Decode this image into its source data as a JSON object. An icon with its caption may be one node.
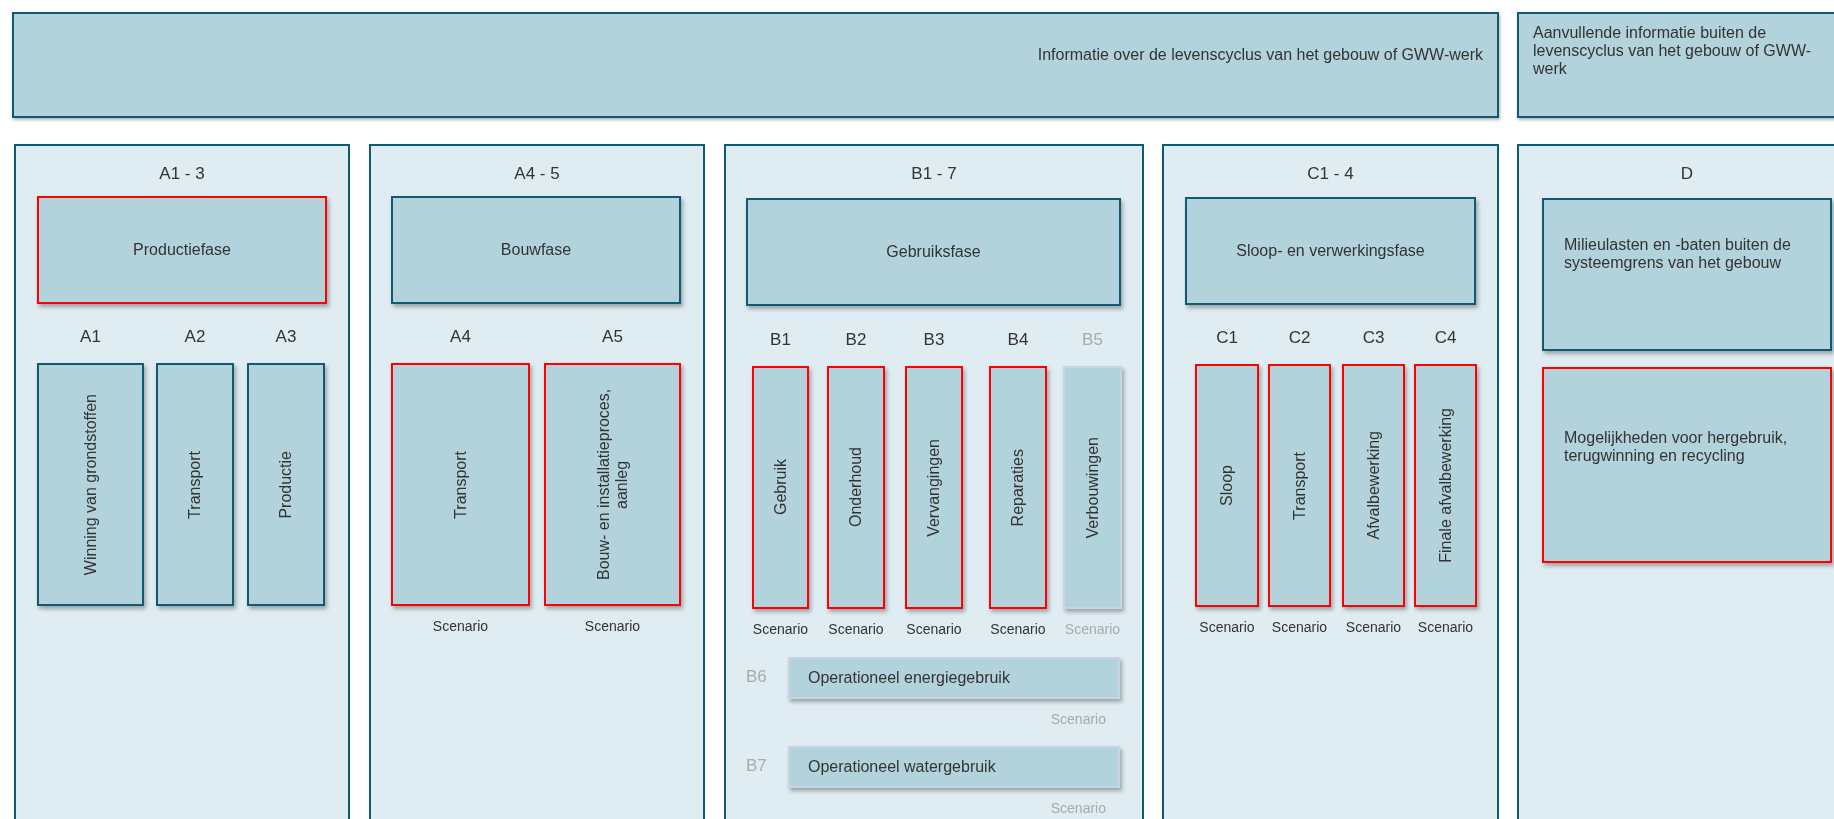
{
  "diagram": {
    "nodes": [
      {
        "text": [
          "Informatie over de levenscyclus van het gebouw of GWW-werk"
        ]
      },
      {
        "text": [
          "Aanvullende informatie buiten de levenscyclus van het gebouw of GWW-werk"
        ]
      },
      {
        "text": [
          "A1 - 3"
        ]
      },
      {
        "text": [
          "Productiefase"
        ],
        "in": 2
      },
      {
        "text": [
          "A1",
          "Winning van grondstoffen"
        ],
        "in": 2
      },
      {
        "text": [
          "A2",
          "Transport"
        ],
        "in": 2
      },
      {
        "text": [
          "A3",
          "Productie"
        ],
        "in": 2
      },
      {
        "text": [
          "A4 - 5"
        ]
      },
      {
        "text": [
          "Bouwfase"
        ],
        "in": 7
      },
      {
        "text": [
          "A4",
          "Transport"
        ],
        "in": 7,
        "beside": [
          "Scenario"
        ]
      },
      {
        "text": [
          "A5",
          "Bouw- en installatieproces, aanleg"
        ],
        "in": 7,
        "beside": [
          "Scenario"
        ]
      },
      {
        "text": [
          "B1 - 7"
        ]
      },
      {
        "text": [
          "Gebruiksfase"
        ],
        "in": 11
      },
      {
        "text": [
          "B1",
          "Gebruik"
        ],
        "in": 11,
        "beside": [
          "Scenario"
        ]
      },
      {
        "text": [
          "B2",
          "Onderhoud"
        ],
        "in": 11,
        "beside": [
          "Scenario"
        ]
      },
      {
        "text": [
          "B3",
          "Vervangingen"
        ],
        "in": 11,
        "beside": [
          "Scenario"
        ]
      },
      {
        "text": [
          "B4",
          "Reparaties"
        ],
        "in": 11,
        "beside": [
          "Scenario"
        ]
      },
      {
        "text": [
          "B5",
          "Verbouwingen"
        ],
        "in": 11,
        "beside": [
          "Scenario"
        ]
      },
      {
        "text": [
          "B6",
          "Operationeel energiegebruik"
        ],
        "in": 11,
        "beside": [
          "Scenario"
        ]
      },
      {
        "text": [
          "B7",
          "Operationeel watergebruik"
        ],
        "in": 11,
        "beside": [
          "Scenario"
        ]
      },
      {
        "text": [
          "C1 - 4"
        ]
      },
      {
        "text": [
          "Sloop- en verwerkingsfase"
        ],
        "in": 20
      },
      {
        "text": [
          "C1",
          "Sloop"
        ],
        "in": 20,
        "beside": [
          "Scenario"
        ]
      },
      {
        "text": [
          "C2",
          "Transport"
        ],
        "in": 20,
        "beside": [
          "Scenario"
        ]
      },
      {
        "text": [
          "C3",
          "Afvalbewerking"
        ],
        "in": 20,
        "beside": [
          "Scenario"
        ]
      },
      {
        "text": [
          "C4",
          "Finale afvalbewerking"
        ],
        "in": 20,
        "beside": [
          "Scenario"
        ]
      },
      {
        "text": [
          "D"
        ]
      },
      {
        "text": [
          "Milieulasten en -baten buiten de systeemgrens van het gebouw"
        ],
        "in": 26
      },
      {
        "text": [
          "Mogelijkheden voor hergebruik, terugwinning en recycling"
        ],
        "in": 26
      }
    ]
  }
}
